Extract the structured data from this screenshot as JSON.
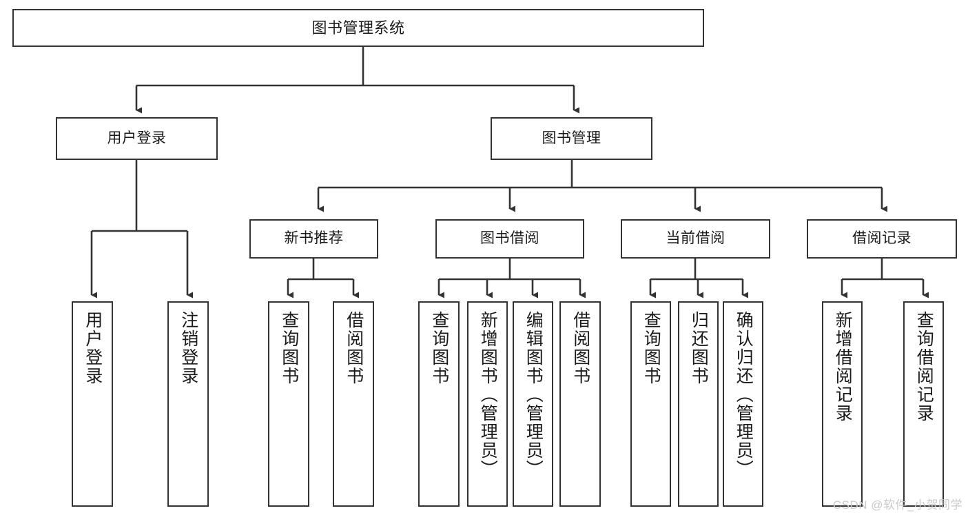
{
  "diagram": {
    "title": "图书管理系统",
    "colors": {
      "box_border": "#333333",
      "box_fill": "#ffffff",
      "text": "#1a1a1a",
      "connector": "#333333",
      "watermark": "#c9c9c9"
    },
    "root": {
      "label": "图书管理系统"
    },
    "level2": [
      {
        "label": "用户登录"
      },
      {
        "label": "图书管理"
      }
    ],
    "level3": [
      {
        "label": "新书推荐"
      },
      {
        "label": "图书借阅"
      },
      {
        "label": "当前借阅"
      },
      {
        "label": "借阅记录"
      }
    ],
    "leaves": [
      {
        "label": "用户登录"
      },
      {
        "label": "注销登录"
      },
      {
        "label": "查询图书"
      },
      {
        "label": "借阅图书"
      },
      {
        "label": "查询图书"
      },
      {
        "label": "新增图书（管理员）"
      },
      {
        "label": "编辑图书（管理员）"
      },
      {
        "label": "借阅图书"
      },
      {
        "label": "查询图书"
      },
      {
        "label": "归还图书"
      },
      {
        "label": "确认归还（管理员）"
      },
      {
        "label": "新增借阅记录"
      },
      {
        "label": "查询借阅记录"
      }
    ]
  },
  "watermark": {
    "text": "CSDN @软件_小贺同学"
  }
}
